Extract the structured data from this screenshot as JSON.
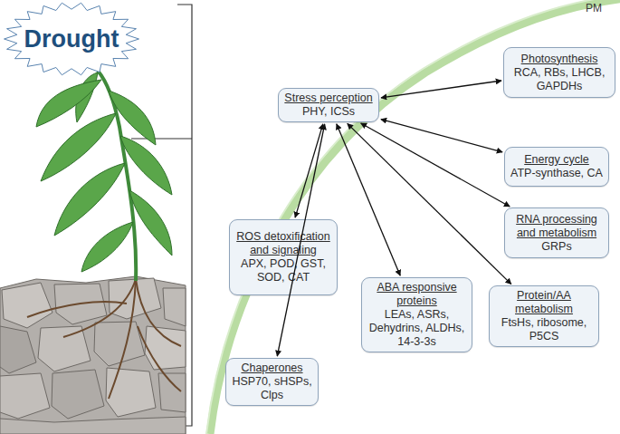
{
  "diagram": {
    "nodes": [
      {
        "text": [
          "Drought"
        ]
      },
      {
        "text": [
          "Stress perception",
          "PHY, ICSs"
        ]
      },
      {
        "text": [
          "Photosynthesis",
          "RCA, RBs, LHCB, GAPDHs"
        ]
      },
      {
        "text": [
          "Energy cycle",
          "ATP-synthase, CA"
        ]
      },
      {
        "text": [
          "RNA processing and metabolism",
          "GRPs"
        ]
      },
      {
        "text": [
          "ROS detoxification and signaling",
          "APX, POD, GST, SOD, CAT"
        ]
      },
      {
        "text": [
          "ABA responsive proteins",
          "LEAs, ASRs, Dehydrins, ALDHs, 14-3-3s"
        ]
      },
      {
        "text": [
          "Protein/AA metabolism",
          "FtsHs, ribosome, P5CS"
        ]
      },
      {
        "text": [
          "Chaperones",
          "HSP70, sHSPs, Clps"
        ]
      }
    ],
    "edges": [
      {
        "from": 1,
        "to": 2,
        "arrow": "both"
      },
      {
        "from": 1,
        "to": 3,
        "arrow": "both"
      },
      {
        "from": 1,
        "to": 4,
        "arrow": "both"
      },
      {
        "from": 1,
        "to": 5,
        "arrow": "both"
      },
      {
        "from": 1,
        "to": 6,
        "arrow": "both"
      },
      {
        "from": 1,
        "to": 7,
        "arrow": "both"
      },
      {
        "from": 1,
        "to": 8,
        "arrow": "both"
      }
    ],
    "labels": [
      "PM"
    ]
  }
}
